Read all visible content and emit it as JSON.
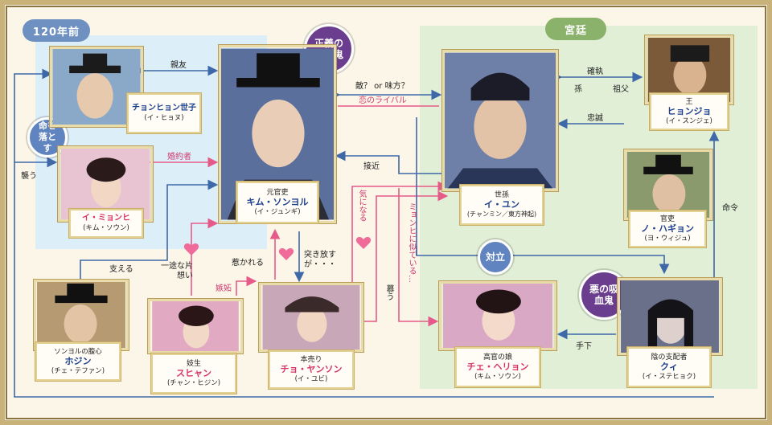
{
  "colors": {
    "blue_line": "#3e68a8",
    "pink_line": "#e65a8a",
    "tag_blue": "#6f91c2",
    "tag_green": "#8ab26a",
    "tag_purple": "#6b3d8e",
    "name_blue": "#1c3f8f",
    "name_pink": "#d6336a"
  },
  "zones": {
    "past": "120年前",
    "palace": "宮廷"
  },
  "tags": {
    "righteous_vampire": "正義の吸血鬼",
    "evil_vampire": "悪の吸血鬼",
    "killed": "命を落とす",
    "confront": "対立"
  },
  "characters": {
    "seja": {
      "role": "",
      "name": "チョンヒョン世子",
      "actor": "(イ・ヒョヌ)"
    },
    "myonghi": {
      "role": "",
      "name": "イ・ミョンヒ",
      "actor": "(キム・ソウン)"
    },
    "sonyol": {
      "role": "元官吏",
      "name": "キム・ソンヨル",
      "actor": "(イ・ジュンギ)"
    },
    "yun": {
      "role": "世孫",
      "name": "イ・ユン",
      "actor": "(チャンミン／東方神起)"
    },
    "king": {
      "role": "王",
      "name": "ヒョンジョ",
      "actor": "(イ・スンジェ)"
    },
    "hagyon": {
      "role": "官吏",
      "name": "ノ・ハギョン",
      "actor": "(ヨ・ウィジュ)"
    },
    "hojin": {
      "role": "ソンヨルの腹心",
      "name": "ホジン",
      "actor": "(チェ・テファン)"
    },
    "suhyang": {
      "role": "妓生",
      "name": "スヒャン",
      "actor": "(チャン・ヒジン)"
    },
    "yangson": {
      "role": "本売り",
      "name": "チョ・ヤンソン",
      "actor": "(イ・ユビ)"
    },
    "heryon": {
      "role": "高官の娘",
      "name": "チェ・ヘリョン",
      "actor": "(キム・ソウン)"
    },
    "gwi": {
      "role": "陰の支配者",
      "name": "クィ",
      "actor": "(イ・ステヒョク)"
    }
  },
  "relations": {
    "friend": "親友",
    "enemy_or_ally": "敵？ or 味方？",
    "rival_love": "恋のライバル",
    "grandson": "孫",
    "loyalty_king": "確執",
    "grandfather": "祖父",
    "loyalty": "忠誠",
    "fiance": "婚約者",
    "attack": "襲う",
    "approach": "接近",
    "interested": "気になる",
    "resembles": "ミョンヒに似ている…",
    "command": "命令",
    "support": "支える",
    "one_sided": "一途な片想い",
    "jealous": "嫉妬",
    "attracted": "惹かれる",
    "push_away": "突き放すが・・・",
    "adore": "慕う",
    "subordinate": "手下"
  }
}
